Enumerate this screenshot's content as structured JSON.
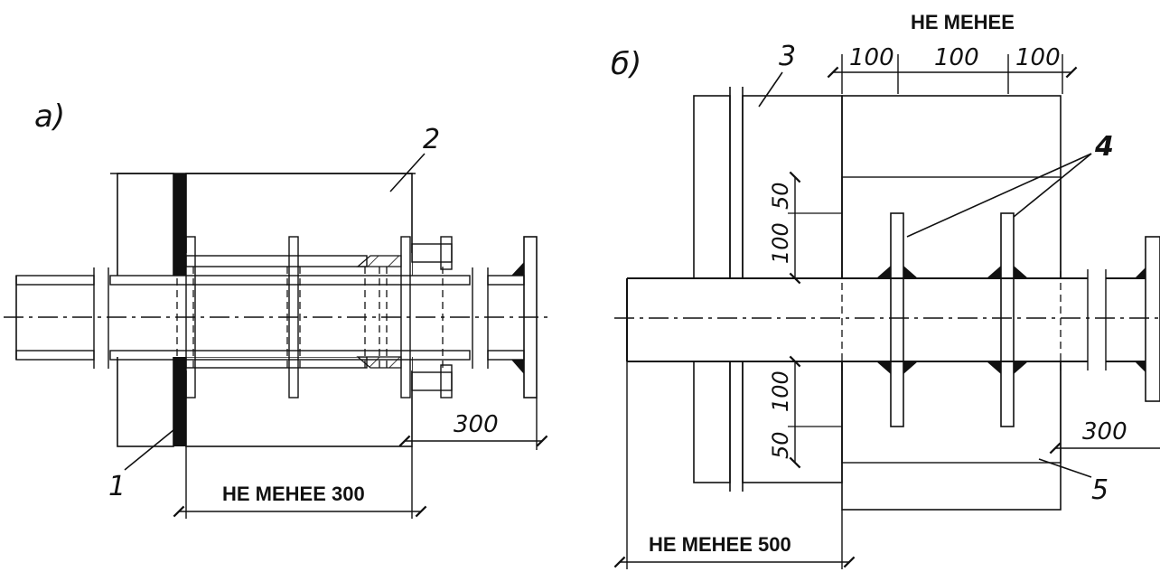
{
  "panel_a": {
    "letter": "а)",
    "callout_1": "1",
    "callout_2": "2",
    "dim_sleeve": "НЕ МЕНЕЕ  300",
    "dim_flange": "300"
  },
  "panel_b": {
    "letter": "б)",
    "callout_3": "3",
    "callout_4": "4",
    "callout_5": "5",
    "dim_top_caption": "НЕ МЕНЕЕ",
    "dim_top_1": "100",
    "dim_top_2": "100",
    "dim_top_3": "100",
    "dim_v_50_top": "50",
    "dim_v_100_top": "100",
    "dim_v_100_bot": "100",
    "dim_v_50_bot": "50",
    "dim_flange": "300",
    "dim_bottom": "НЕ  МЕНЕЕ  500"
  },
  "colors": {
    "ink": "#111111",
    "paper": "#ffffff"
  }
}
